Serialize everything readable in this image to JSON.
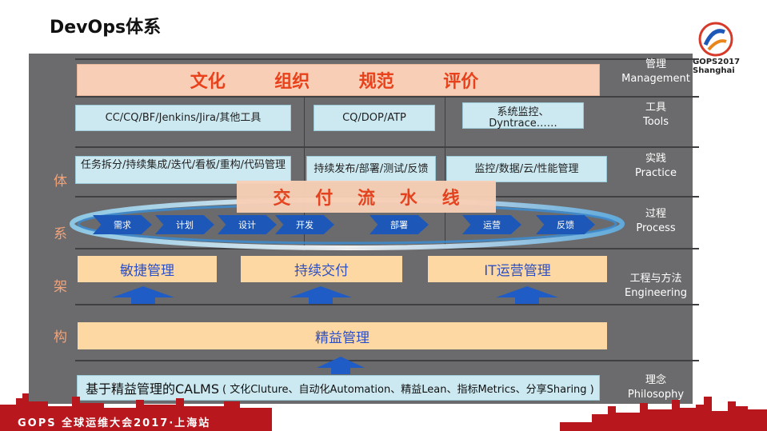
{
  "page_title": "DevOps体系",
  "logo": {
    "line1": "GOPS2017",
    "line2": "Shanghai"
  },
  "side_label": [
    "体",
    "系",
    "架",
    "构"
  ],
  "management": [
    "文化",
    "组织",
    "规范",
    "评价"
  ],
  "tools": [
    "CC/CQ/BF/Jenkins/Jira/其他工具",
    "CQ/DOP/ATP",
    "系统监控、Dyntrace……"
  ],
  "practice": [
    "任务拆分/持续集成/迭代/看板/重构/代码管理",
    "持续发布/部署/测试/反馈",
    "监控/数据/云/性能管理"
  ],
  "pipeline": {
    "chars": [
      "交",
      "付",
      "流",
      "水",
      "线"
    ]
  },
  "process_steps": [
    "需求",
    "计划",
    "设计",
    "开发",
    "部署",
    "运营",
    "反馈"
  ],
  "engineering": [
    "敏捷管理",
    "持续交付",
    "IT运营管理"
  ],
  "lean": "精益管理",
  "philosophy": {
    "main": "基于精益管理的CALMS",
    "detail": "( 文化Cluture、自动化Automation、精益Lean、指标Metrics、分享Sharing )"
  },
  "layers": [
    {
      "zh": "管理",
      "en": "Management"
    },
    {
      "zh": "工具",
      "en": "Tools"
    },
    {
      "zh": "实践",
      "en": "Practice"
    },
    {
      "zh": "过程",
      "en": "Process"
    },
    {
      "zh": "工程与方法",
      "en": "Engineering"
    },
    {
      "zh": "理念",
      "en": "Philosophy"
    }
  ],
  "footer": "GOPS 全球运维大会2017·上海站",
  "colors": {
    "accent_red": "#e8411b",
    "panel_gray": "#6b6b6d",
    "light_blue": "#cce9f1",
    "light_orange": "#fdd8a2",
    "arrow_blue": "#1d58b8",
    "footer_red": "#b8171d"
  }
}
